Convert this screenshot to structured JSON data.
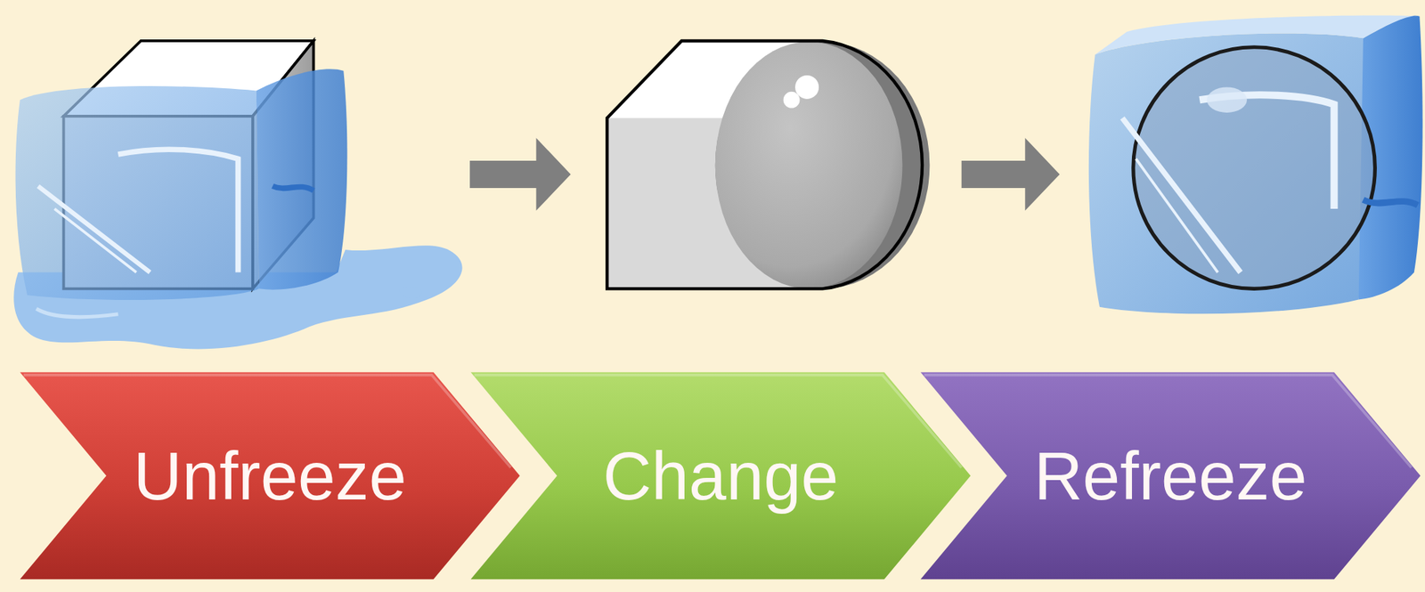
{
  "diagram": {
    "nodes": [
      {
        "text": [
          "Unfreeze"
        ]
      },
      {
        "text": [
          "Change"
        ]
      },
      {
        "text": [
          "Refreeze"
        ]
      }
    ]
  }
}
